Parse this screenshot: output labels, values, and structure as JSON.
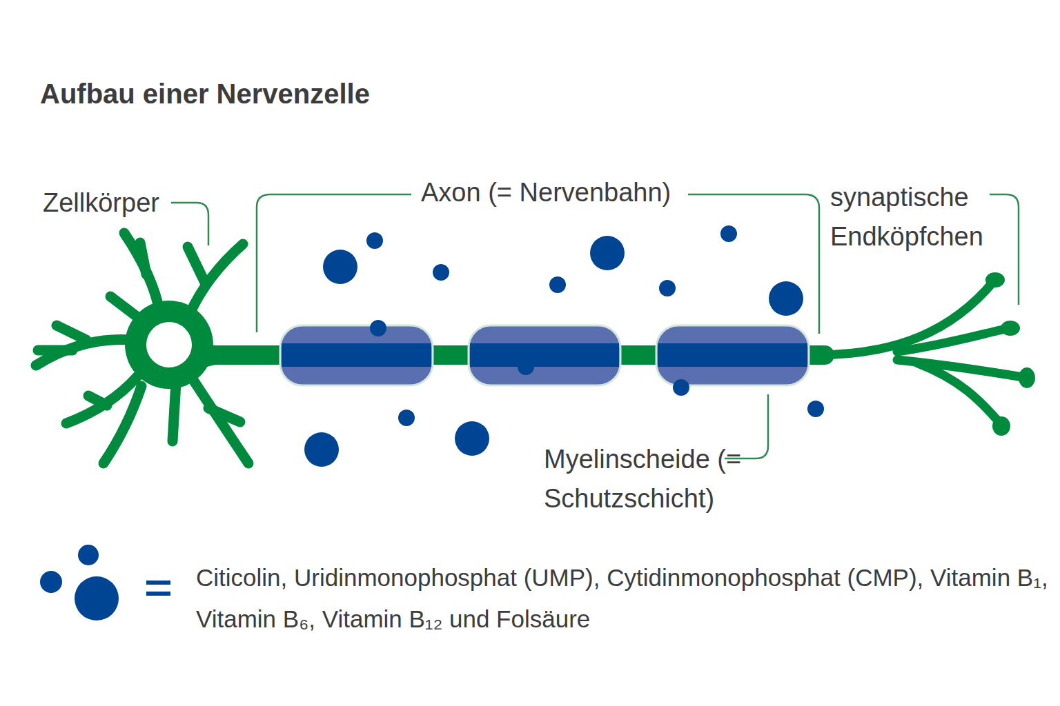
{
  "diagram": {
    "title": "Aufbau einer Nervenzelle",
    "labels": [
      "Zellkörper",
      "Axon (= Nervenbahn)",
      "synaptische Endköpfchen",
      "Myelinscheide (= Schutzschicht)"
    ],
    "legend": [
      {
        "text": "Citicolin, Uridinmonophosphat (UMP), Cytidinmonophosphat (CMP), Vitamin B₁, Vitamin B₆, Vitamin B₁₂ und Folsäure"
      }
    ]
  }
}
